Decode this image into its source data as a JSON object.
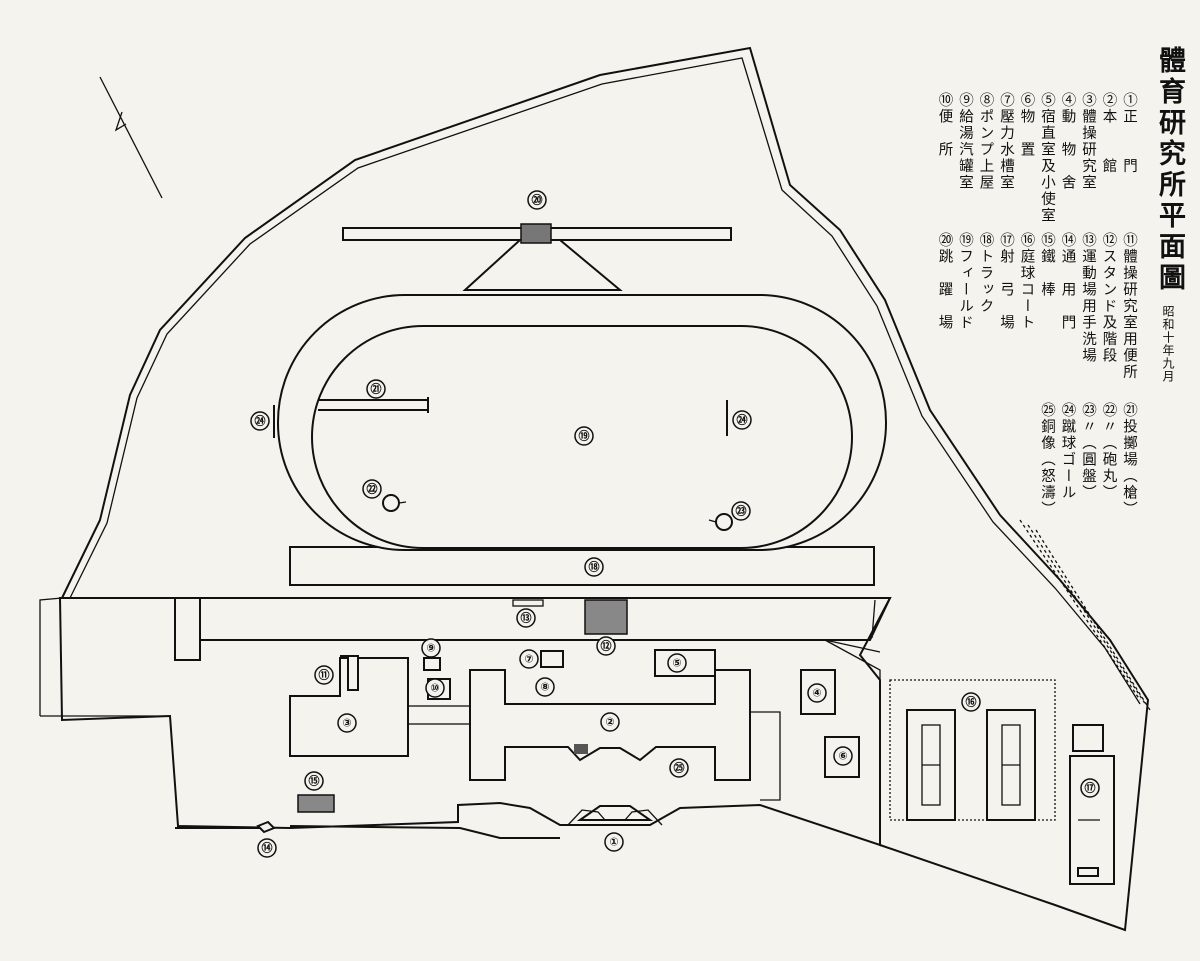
{
  "title": "體育研究所平面圖",
  "date": "昭和十年九月",
  "legend": [
    {
      "num": "①",
      "text": "正　　門"
    },
    {
      "num": "②",
      "text": "本　　館"
    },
    {
      "num": "③",
      "text": "體操研究室"
    },
    {
      "num": "④",
      "text": "動　物　舍"
    },
    {
      "num": "⑤",
      "text": "宿直室及小使室"
    },
    {
      "num": "⑥",
      "text": "物　置"
    },
    {
      "num": "⑦",
      "text": "壓力水槽室"
    },
    {
      "num": "⑧",
      "text": "ポンプ上屋"
    },
    {
      "num": "⑨",
      "text": "給湯汽罐室"
    },
    {
      "num": "⑩",
      "text": "便　所"
    },
    {
      "num": "⑪",
      "text": "體操研究室用便所"
    },
    {
      "num": "⑫",
      "text": "スタンド及階段"
    },
    {
      "num": "⑬",
      "text": "運動場用手洗場"
    },
    {
      "num": "⑭",
      "text": "通　用　門"
    },
    {
      "num": "⑮",
      "text": "鐵　棒"
    },
    {
      "num": "⑯",
      "text": "庭球コート"
    },
    {
      "num": "⑰",
      "text": "射　弓　場"
    },
    {
      "num": "⑱",
      "text": "トラック"
    },
    {
      "num": "⑲",
      "text": "フィールド"
    },
    {
      "num": "⑳",
      "text": "跳　躍　場"
    },
    {
      "num": "㉑",
      "text": "投擲場（槍）"
    },
    {
      "num": "㉒",
      "text": "〃（砲丸）"
    },
    {
      "num": "㉓",
      "text": "〃（圓盤）"
    },
    {
      "num": "㉔",
      "text": "蹴球ゴール"
    },
    {
      "num": "㉕",
      "text": "銅像（怒濤）"
    }
  ],
  "labels": {
    "n1": "①",
    "n2": "②",
    "n3": "③",
    "n4": "④",
    "n5": "⑤",
    "n6": "⑥",
    "n7": "⑦",
    "n8": "⑧",
    "n9": "⑨",
    "n10": "⑩",
    "n11": "⑪",
    "n12": "⑫",
    "n13": "⑬",
    "n14": "⑭",
    "n15": "⑮",
    "n16": "⑯",
    "n17": "⑰",
    "n18": "⑱",
    "n19": "⑲",
    "n20": "⑳",
    "n21": "㉑",
    "n22": "㉒",
    "n23": "㉓",
    "n24a": "㉔",
    "n24b": "㉔",
    "n25": "㉕"
  }
}
